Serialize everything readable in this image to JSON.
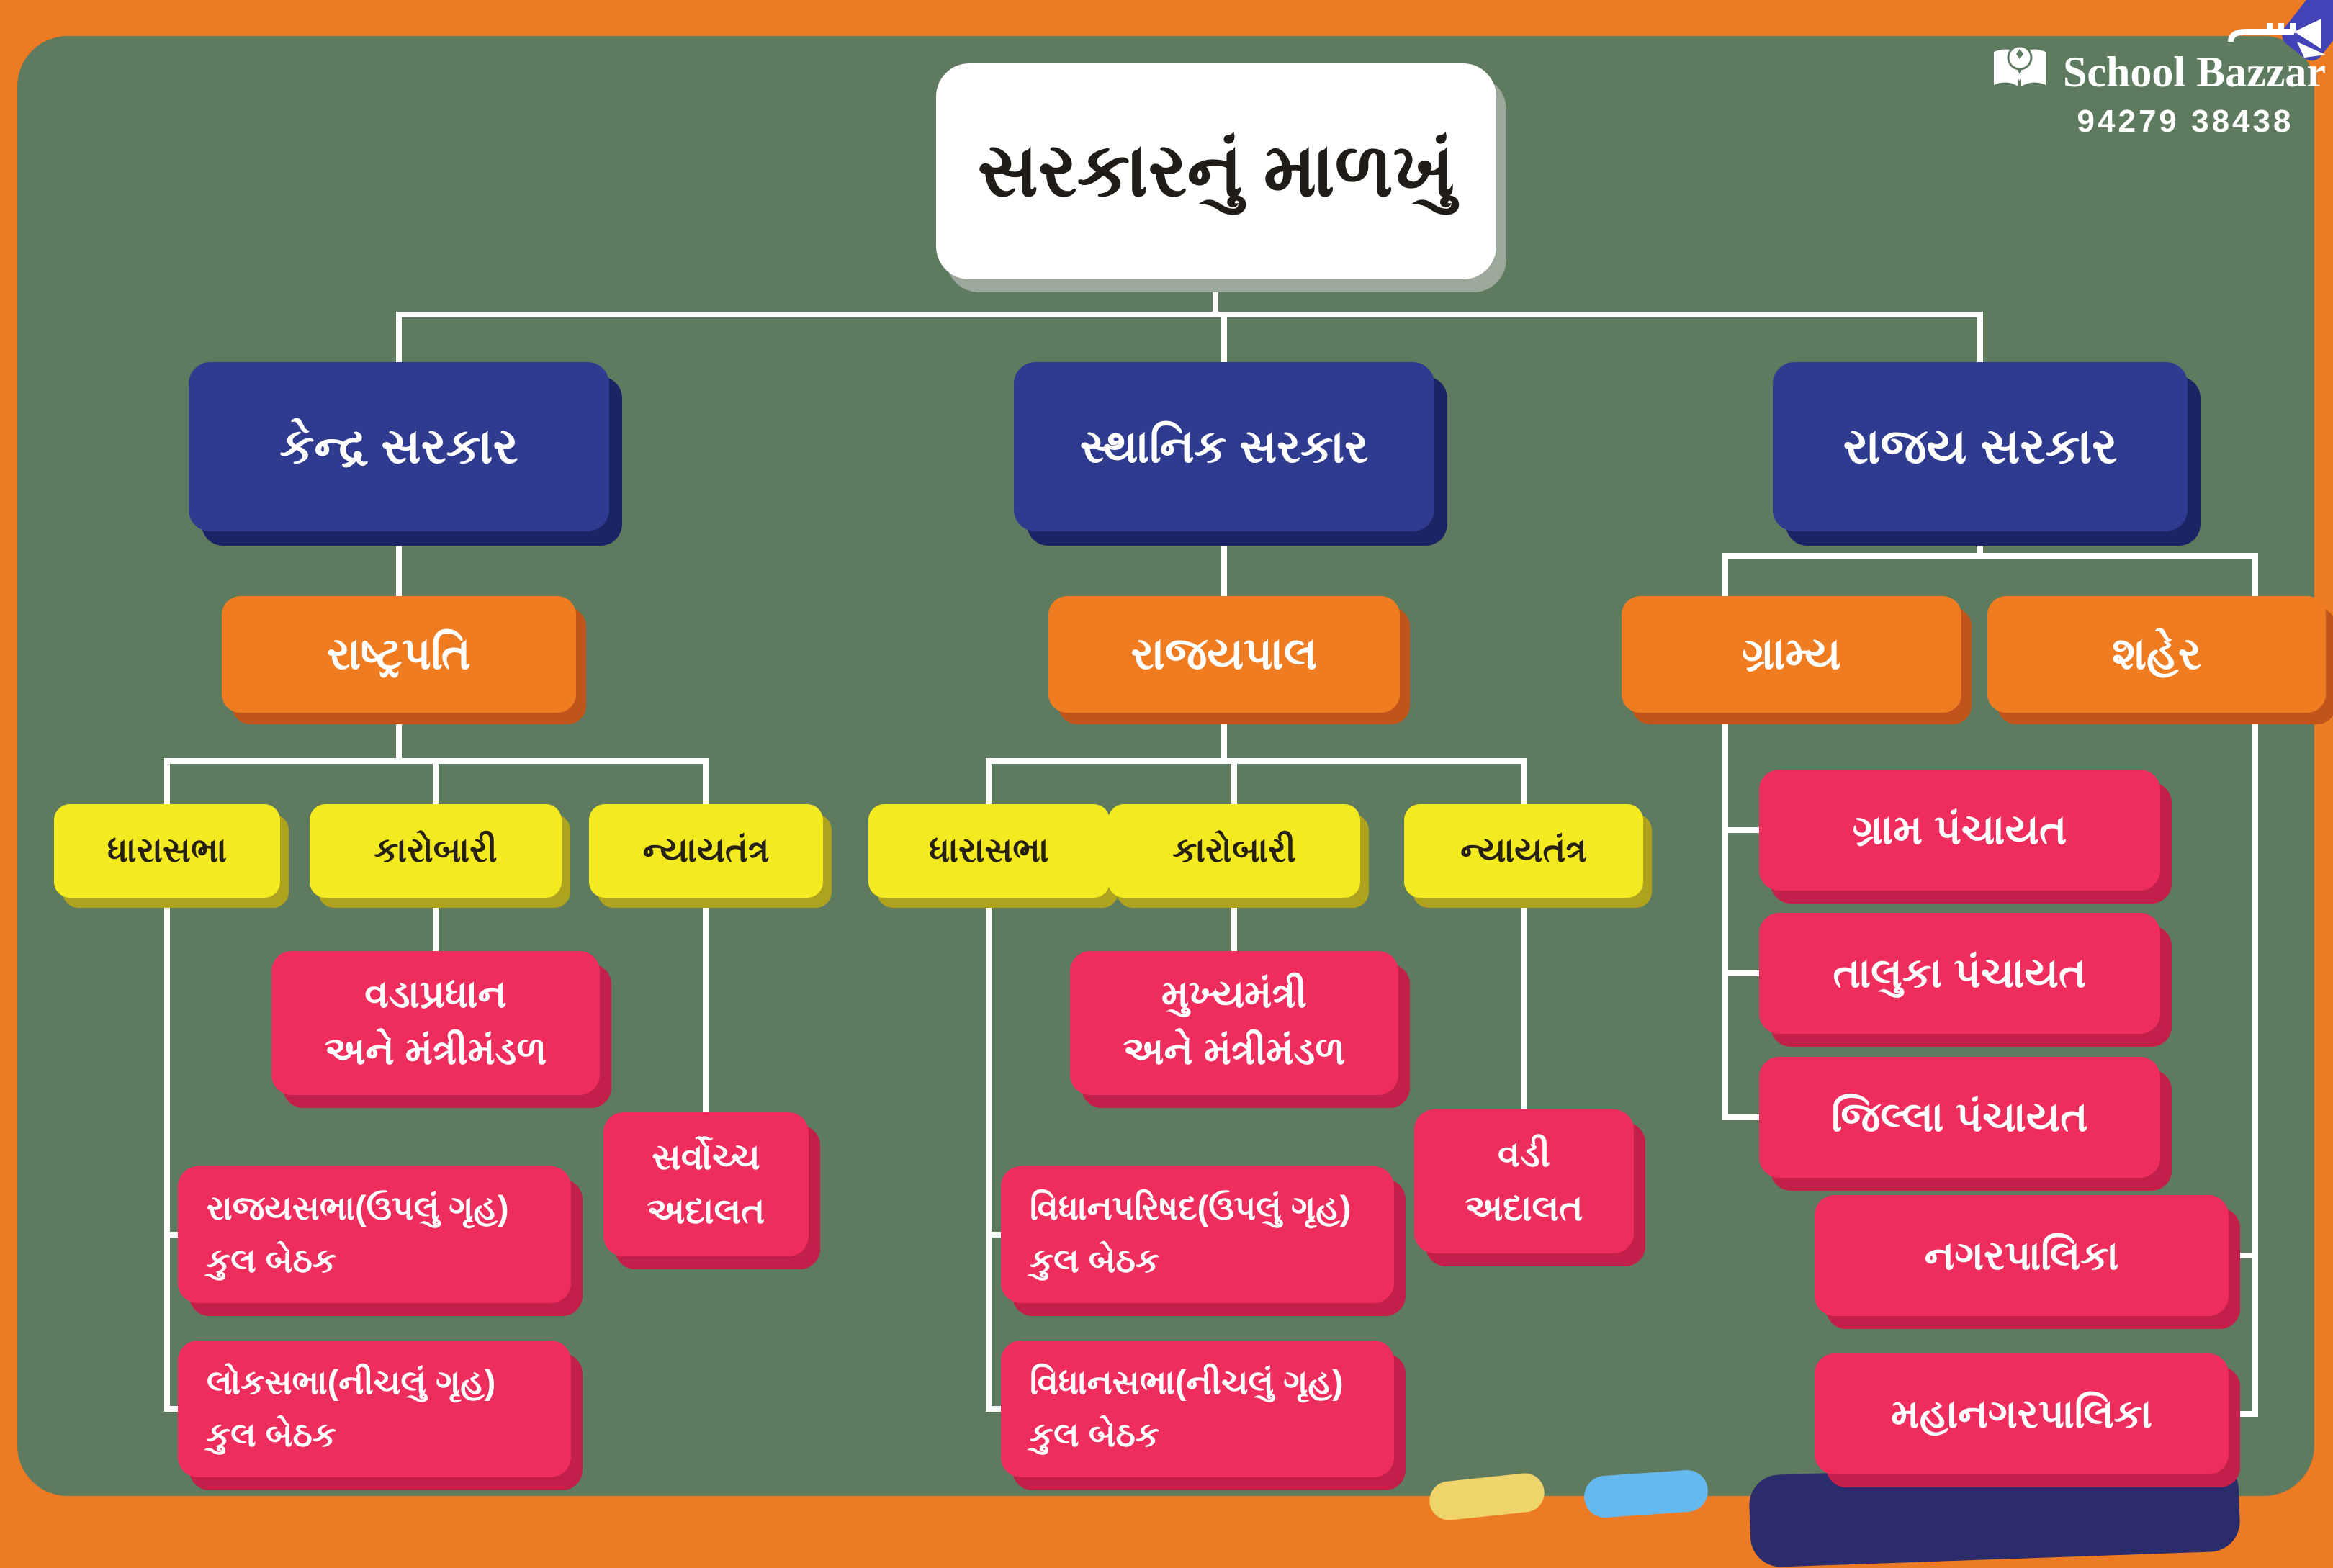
{
  "title": "સરકારનું માળખું",
  "brand": {
    "name": "School Bazzar",
    "phone": "94279 38438"
  },
  "branches": {
    "left": {
      "gov": "કેન્દ્ર સરકાર",
      "head": "રાષ્ટ્રપતિ",
      "organs": {
        "legislature": "ધારાસભા",
        "executive": "કારોબારી",
        "judiciary": "ન્યાયતંત્ર"
      },
      "executive_body": {
        "line1": "વડાપ્રધાન",
        "line2": "અને મંત્રીમંડળ"
      },
      "upper_house": {
        "line1": "રાજયસભા(ઉપલું ગૃહ)",
        "line2": "કુલ બેઠક"
      },
      "lower_house": {
        "line1": "લોકસભા(નીચલું ગૃહ)",
        "line2": "કુલ બેઠક"
      },
      "court": {
        "line1": "સર્વોચ્ચ",
        "line2": "અદાલત"
      }
    },
    "middle": {
      "gov": "સ્થાનિક સરકાર",
      "head": "રાજયપાલ",
      "organs": {
        "legislature": "ધારાસભા",
        "executive": "કારોબારી",
        "judiciary": "ન્યાયતંત્ર"
      },
      "executive_body": {
        "line1": "મુખ્યમંત્રી",
        "line2": "અને મંત્રીમંડળ"
      },
      "upper_house": {
        "line1": "વિધાનપરિષદ(ઉપલું ગૃહ)",
        "line2": "કુલ બેઠક"
      },
      "lower_house": {
        "line1": "વિધાનસભા(નીચલું ગૃહ)",
        "line2": "કુલ બેઠક"
      },
      "court": {
        "line1": "વડી",
        "line2": "અદાલત"
      }
    },
    "right": {
      "gov": "રાજય સરકાર",
      "areas": {
        "rural": "ગ્રામ્ય",
        "urban": "શહેર"
      },
      "rural_bodies": [
        "ગ્રામ પંચાયત",
        "તાલુકા પંચાયત",
        "જિલ્લા પંચાયત"
      ],
      "urban_bodies": [
        "નગરપાલિકા",
        "મહાનગરપાલિકા"
      ]
    }
  },
  "colors": {
    "frame": "#ed7b23",
    "board": "#5e7b60",
    "level1": "#2e3b8f",
    "level2": "#f07c21",
    "organ": "#f3ea1f",
    "detail": "#ee2d5d",
    "line": "#ffffff",
    "ink": "#201d18"
  }
}
